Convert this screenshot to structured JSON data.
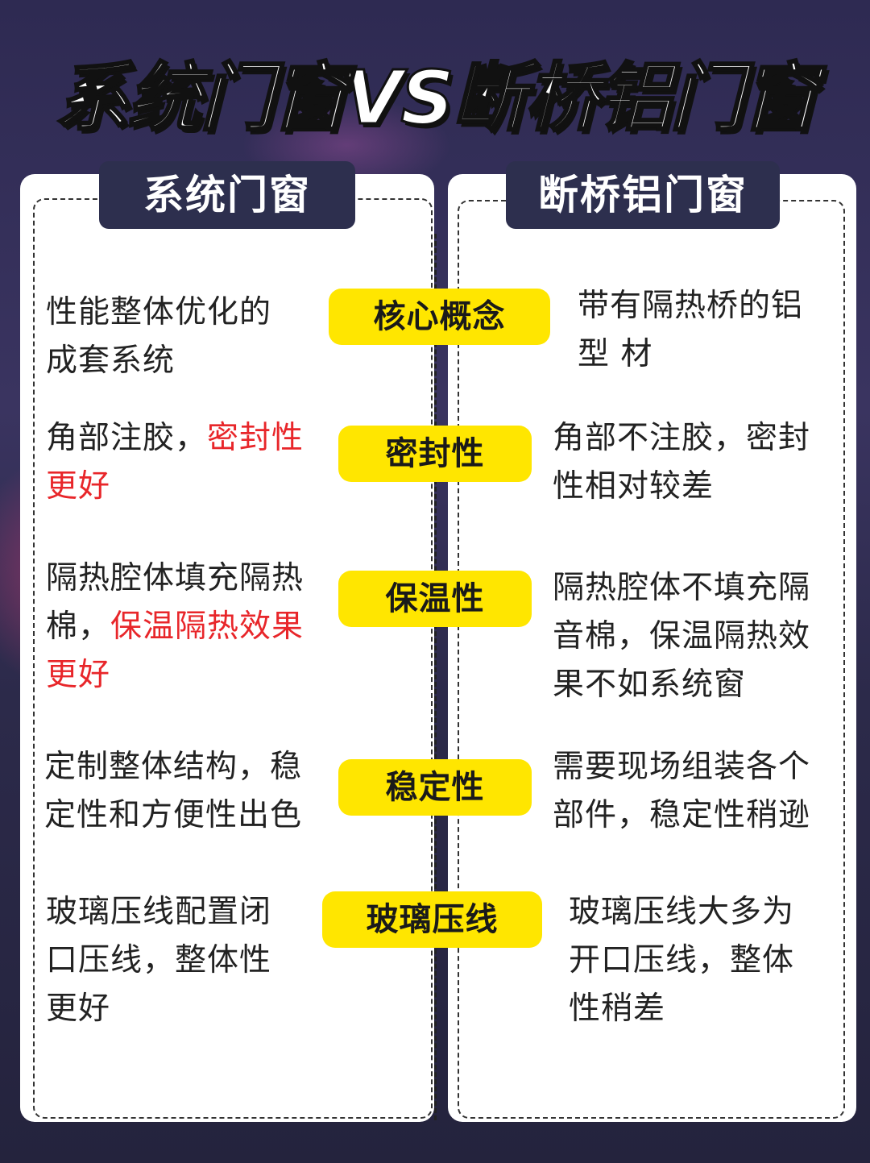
{
  "title": "系统门窗VS断桥铝门窗",
  "left_header": "系统门窗",
  "right_header": "断桥铝门窗",
  "rows": [
    {
      "label": "核心概念",
      "left": {
        "line1": "性能整体优化的",
        "line2": "成套系统"
      },
      "right": {
        "line1": "带有隔热桥的铝",
        "line2": "型 材"
      }
    },
    {
      "label": "密封性",
      "left": {
        "line1_a": "角部注胶，",
        "line1_b": "密封性",
        "line2": "更好"
      },
      "right": {
        "line1": "角部不注胶，密封",
        "line2": "性相对较差"
      }
    },
    {
      "label": "保温性",
      "left": {
        "line1": "隔热腔体填充隔热",
        "line2_a": "棉，",
        "line2_b": "保温隔热效果",
        "line3": "更好"
      },
      "right": {
        "line1": "隔热腔体不填充隔",
        "line2": "音棉，保温隔热效",
        "line3": "果不如系统窗"
      }
    },
    {
      "label": "稳定性",
      "left": {
        "line1": "定制整体结构，稳",
        "line2": "定性和方便性出色"
      },
      "right": {
        "line1": "需要现场组装各个",
        "line2": "部件，稳定性稍逊"
      }
    },
    {
      "label": "玻璃压线",
      "left": {
        "line1": "玻璃压线配置闭",
        "line2": "口压线，整体性",
        "line3": "更好"
      },
      "right": {
        "line1": "玻璃压线大多为",
        "line2": "开口压线，整体",
        "line3": "性稍差"
      }
    }
  ],
  "colors": {
    "highlight": "#e8262a",
    "pill": "#ffe600",
    "header_bg": "#2d2f4e"
  }
}
